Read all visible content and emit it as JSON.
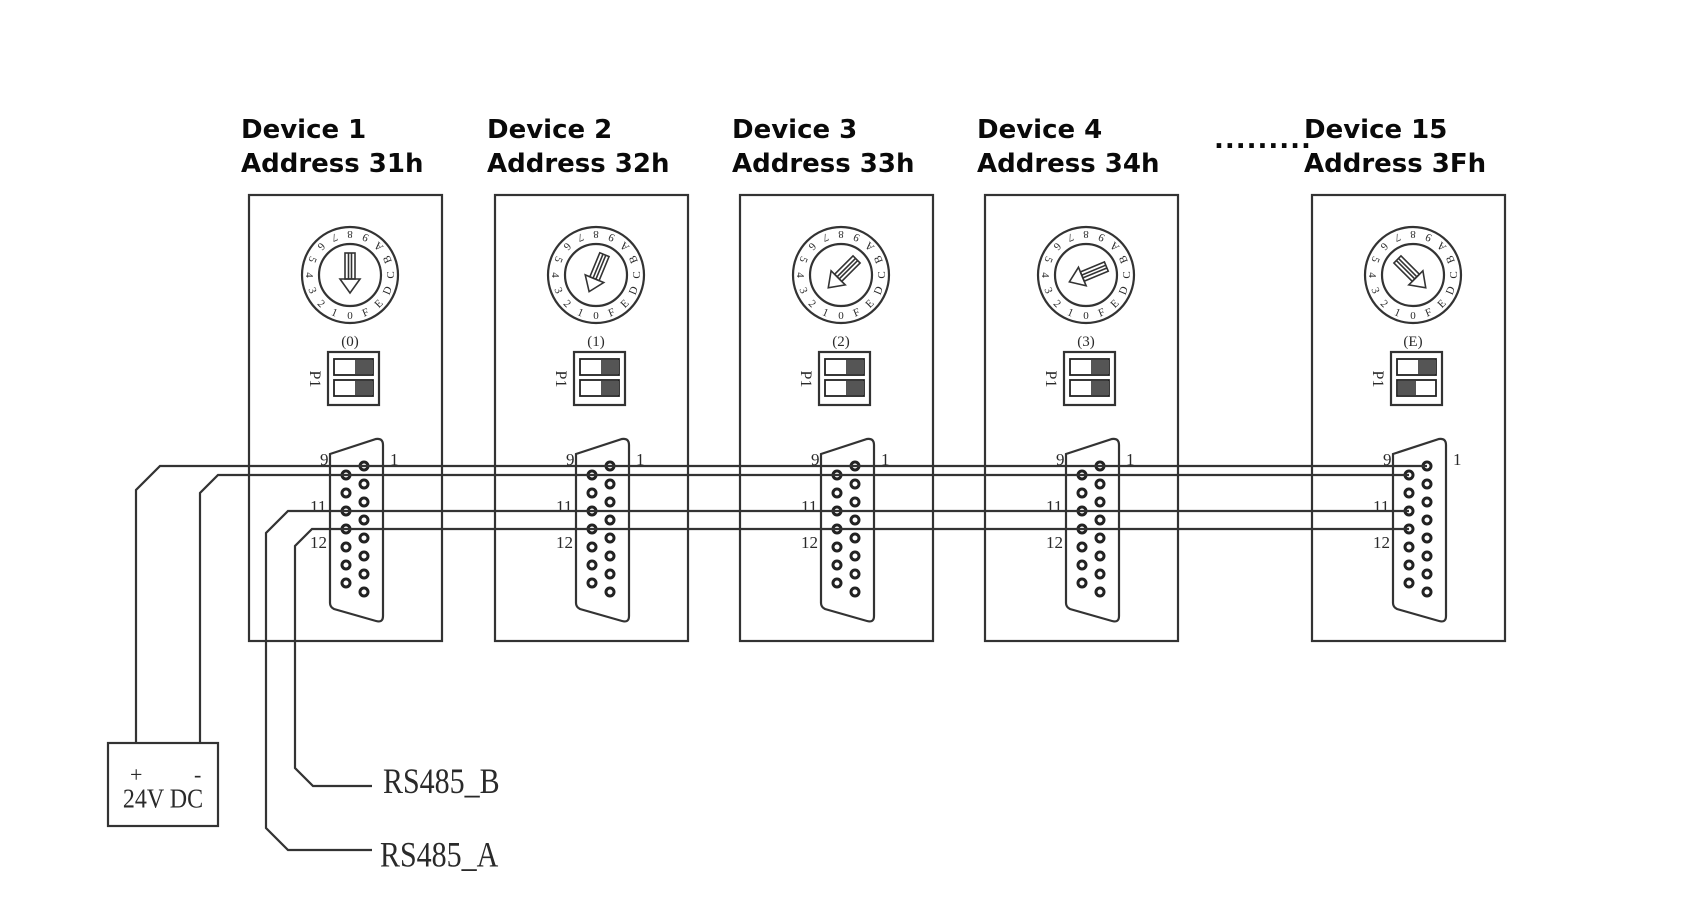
{
  "devices": [
    {
      "name": "Device 1",
      "address": "Address 31h",
      "rotary_value": "0",
      "rotary_label": "(0)",
      "dip_label": "P1",
      "dip_switches": [
        "right",
        "right"
      ]
    },
    {
      "name": "Device 2",
      "address": "Address 32h",
      "rotary_value": "1",
      "rotary_label": "(1)",
      "dip_label": "P1",
      "dip_switches": [
        "right",
        "right"
      ]
    },
    {
      "name": "Device 3",
      "address": "Address 33h",
      "rotary_value": "2",
      "rotary_label": "(2)",
      "dip_label": "P1",
      "dip_switches": [
        "right",
        "right"
      ]
    },
    {
      "name": "Device 4",
      "address": "Address 34h",
      "rotary_value": "3",
      "rotary_label": "(3)",
      "dip_label": "P1",
      "dip_switches": [
        "right",
        "right"
      ]
    },
    {
      "name": "Device 15",
      "address": "Address 3Fh",
      "rotary_value": "E",
      "rotary_label": "(E)",
      "dip_label": "P1",
      "dip_switches": [
        "right",
        "left"
      ]
    }
  ],
  "ellipsis": ".........",
  "rotary_digits": [
    "0",
    "1",
    "2",
    "3",
    "4",
    "5",
    "6",
    "7",
    "8",
    "9",
    "A",
    "B",
    "C",
    "D",
    "E",
    "F"
  ],
  "connector": {
    "type": "DB15",
    "pin_labels": {
      "pin1": "1",
      "pin9": "9",
      "pin11": "11",
      "pin12": "12"
    }
  },
  "power_supply": {
    "plus": "+",
    "minus": "-",
    "label": "24V DC"
  },
  "bus_labels": {
    "rs485_b": "RS485_B",
    "rs485_a": "RS485_A"
  },
  "colors": {
    "line": "#333333",
    "text": "#0a0a0a",
    "dip_dark": "#555555"
  }
}
